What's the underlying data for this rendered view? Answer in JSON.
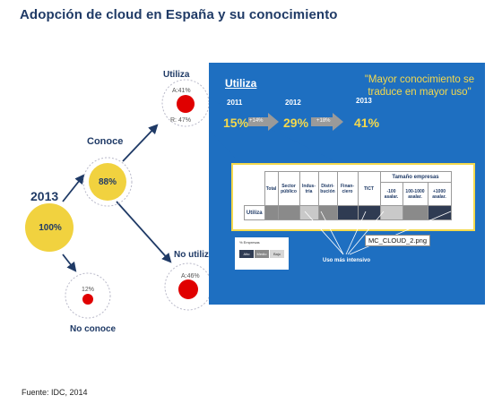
{
  "title": "Adopción de cloud en España y su conocimiento",
  "source": "Fuente: IDC, 2014",
  "tree": {
    "year": "2013",
    "root_value": "100%",
    "conoce_label": "Conoce",
    "conoce_value": "88%",
    "no_conoce_label": "No conoce",
    "no_conoce_value": "12%",
    "utiliza_label": "Utiliza",
    "utiliza_a": "A:41%",
    "utiliza_r": "R: 47%",
    "no_utiliza_label": "No utiliza",
    "no_utiliza_a": "A:46%"
  },
  "panel": {
    "heading": "Utiliza",
    "quote": "\"Mayor conocimiento se traduce en mayor uso\"",
    "years": [
      {
        "year": "2011",
        "pct": "15%"
      },
      {
        "year": "2012",
        "pct": "29%"
      },
      {
        "year": "2013",
        "pct": "41%"
      }
    ],
    "growth": [
      "+14%",
      "+18%"
    ],
    "table": {
      "total_label": "Total",
      "sector_label": "Sector público",
      "industria_label": "Indus-tria",
      "distribucion_label": "Distri-bución",
      "financiero_label": "Finan-ciero",
      "tict_label": "TICT",
      "tamano_label": "Tamaño empresas",
      "size1_label": "-100 asalar.",
      "size2_label": "100-1000 asalar.",
      "size3_label": "+1000 asalar.",
      "row_label": "Utiliza"
    },
    "legend": {
      "title": "% Empresas",
      "alto": "Alto",
      "medio": "Medio",
      "bajo": "Bajo"
    },
    "uso_label": "Uso más intensivo",
    "image_tag": "MC_CLOUD_2.png"
  },
  "colors": {
    "navy": "#1f3a66",
    "panel_blue": "#1e6fc1",
    "yellow": "#f4d94d",
    "red": "#e00000"
  }
}
